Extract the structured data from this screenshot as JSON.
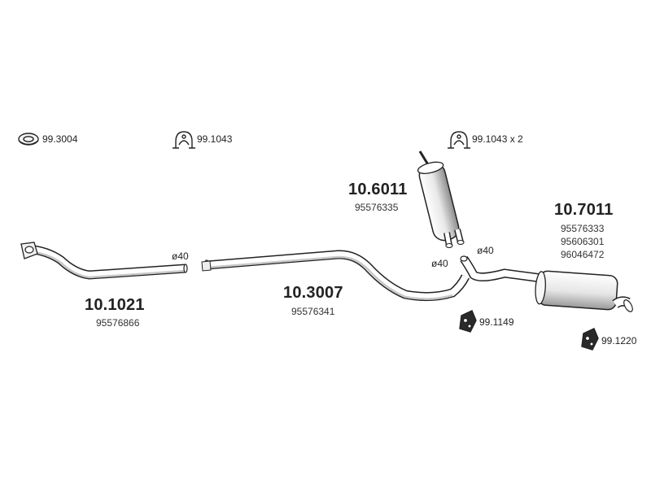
{
  "accessories": [
    {
      "code": "99.3004",
      "icon": "gasket-ring-icon"
    },
    {
      "code": "99.1043",
      "icon": "pipe-clamp-icon"
    },
    {
      "code": "99.1043 x 2",
      "icon": "pipe-clamp-icon"
    },
    {
      "code": "99.1149",
      "icon": "rubber-mount-icon"
    },
    {
      "code": "99.1220",
      "icon": "rubber-mount-icon"
    }
  ],
  "parts": [
    {
      "number": "10.1021",
      "refs": [
        "95576866"
      ],
      "name": "front-pipe"
    },
    {
      "number": "10.3007",
      "refs": [
        "95576341"
      ],
      "name": "middle-pipe"
    },
    {
      "number": "10.6011",
      "refs": [
        "95576335"
      ],
      "name": "middle-silencer"
    },
    {
      "number": "10.7011",
      "refs": [
        "95576333",
        "95606301",
        "96046472"
      ],
      "name": "rear-silencer"
    }
  ],
  "diameters": [
    "ø40",
    "ø40",
    "ø40"
  ],
  "colors": {
    "line": "#222222",
    "fill": "#ffffff",
    "shade": "#d9d9d9"
  }
}
